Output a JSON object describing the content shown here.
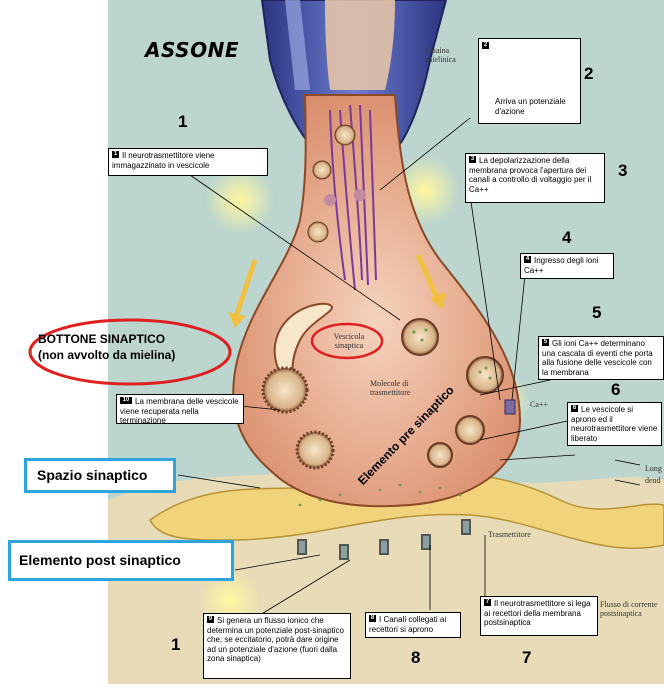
{
  "title": "ASSONE",
  "labels": {
    "guaina": "Guaina mielinica",
    "vescicola": "Vescicola sinaptica",
    "molecole": "Molecole di trasmettitore",
    "ca": "Ca++",
    "trasmettitore": "Trasmettitore",
    "lung": "Lung",
    "dend": "dend",
    "flusso": "Flusso di corrente postsinaptica",
    "elemento_pre": "Elemento pre sinaptico",
    "bottone": "BOTTONE SINAPTICO",
    "non_avvolto": "(non avvolto da mielina)",
    "spazio": "Spazio sinaptico",
    "elemento_post": "Elemento post sinaptico"
  },
  "numbers": {
    "n1_top": "1",
    "n2": "2",
    "n3": "3",
    "n4": "4",
    "n5": "5",
    "n6": "6",
    "n1_bottom": "1",
    "n8": "8",
    "n7": "7"
  },
  "steps": [
    {
      "id": "1",
      "text": "Il neurotrasmettitore viene immagazzinato in vescicole"
    },
    {
      "id": "2",
      "text": "Arriva un potenziale d'azione"
    },
    {
      "id": "3",
      "text": "La depolarizzazione della membrana provoca l'apertura dei canali a controllo di voltaggio per il Ca++"
    },
    {
      "id": "4",
      "text": "Ingresso degli ioni Ca++"
    },
    {
      "id": "5",
      "text": "Gli ioni Ca++ determinano una cascata di eventi che porta alla fusione delle vescicole con la membrana"
    },
    {
      "id": "6",
      "text": "Le vescicole si aprono ed il neurotrasmettitore viene liberato"
    },
    {
      "id": "7",
      "text": "Il neurotrasmettitore si lega ai recettori della membrana postsinaptica"
    },
    {
      "id": "8",
      "text": "I Canali collegati ai recettori si aprono"
    },
    {
      "id": "9",
      "text": "Si genera un flusso ionico che determina un potenziale post-sinaptico che, se eccitatorio, potrà dare origine ad un potenziale d'azione (fuori dalla zona sinaptica)"
    },
    {
      "id": "10",
      "text": "La membrana delle vescicole viene recuperata nella terminazione"
    }
  ],
  "colors": {
    "background_teal": "#bcd5cf",
    "terminal": "#e8a98a",
    "terminal_inner": "#f0c3a8",
    "axon_blue": "#3a4a9a",
    "postsynaptic": "#f0d37a",
    "red_ring": "#e02020",
    "blue_frame": "#2fa3df"
  }
}
